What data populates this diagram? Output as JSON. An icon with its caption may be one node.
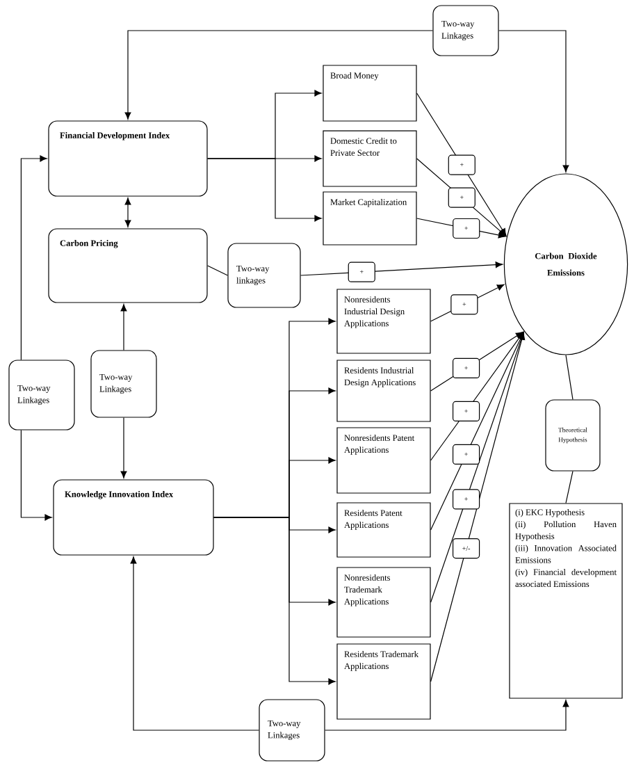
{
  "diagram": {
    "nodes": [
      {
        "text": [
          "Financial Development Index"
        ]
      },
      {
        "text": [
          "Carbon Pricing"
        ]
      },
      {
        "text": [
          "Knowledge Innovation Index"
        ]
      },
      {
        "text": [
          "Broad Money"
        ]
      },
      {
        "text": [
          "Domestic Credit to Private Sector"
        ]
      },
      {
        "text": [
          "Market Capitalization"
        ]
      },
      {
        "text": [
          "Carbon Dioxide Emissions"
        ]
      },
      {
        "text": [
          "Nonresidents Industrial Design Applications"
        ]
      },
      {
        "text": [
          "Residents Industrial Design Applications"
        ]
      },
      {
        "text": [
          "Nonresidents Patent Applications"
        ]
      },
      {
        "text": [
          "Residents Patent Applications"
        ]
      },
      {
        "text": [
          "Nonresidents Trademark Applications"
        ]
      },
      {
        "text": [
          "Residents Trademark Applications"
        ]
      },
      {
        "text": [
          "Theoretical Hypothesis"
        ]
      },
      {
        "text": [
          "(i) EKC Hypothesis",
          "(ii) Pollution Haven Hypothesis",
          "(iii) Innovation Associated Emissions",
          "(iv) Financial development associated Emissions"
        ]
      },
      {
        "text": [
          "Two-way linkages"
        ]
      },
      {
        "text": [
          "Two-way Linkages"
        ]
      },
      {
        "text": [
          "Two-way Linkages"
        ]
      },
      {
        "text": [
          "Two-way Linkages"
        ]
      },
      {
        "text": [
          "Two-way Linkages"
        ]
      }
    ],
    "edges": [
      {
        "from": 0,
        "to": 1,
        "arrow": "both"
      },
      {
        "from": 16,
        "to": 0,
        "arrow": "to"
      },
      {
        "from": 16,
        "to": 6,
        "arrow": "to"
      },
      {
        "from": 17,
        "to": 0,
        "arrow": "to"
      },
      {
        "from": 17,
        "to": 2,
        "arrow": "to"
      },
      {
        "from": 18,
        "to": 1,
        "arrow": "to"
      },
      {
        "from": 18,
        "to": 2,
        "arrow": "to"
      },
      {
        "from": 1,
        "to": 15,
        "arrow": "none"
      },
      {
        "from": 15,
        "to": 6,
        "arrow": "to",
        "label": "+"
      },
      {
        "from": 0,
        "to": 3,
        "arrow": "to"
      },
      {
        "from": 0,
        "to": 4,
        "arrow": "to"
      },
      {
        "from": 0,
        "to": 5,
        "arrow": "to"
      },
      {
        "from": 3,
        "to": 6,
        "arrow": "to",
        "label": "+"
      },
      {
        "from": 4,
        "to": 6,
        "arrow": "to",
        "label": "+"
      },
      {
        "from": 5,
        "to": 6,
        "arrow": "to",
        "label": "+"
      },
      {
        "from": 2,
        "to": 7,
        "arrow": "to"
      },
      {
        "from": 2,
        "to": 8,
        "arrow": "to"
      },
      {
        "from": 2,
        "to": 9,
        "arrow": "to"
      },
      {
        "from": 2,
        "to": 10,
        "arrow": "to"
      },
      {
        "from": 2,
        "to": 11,
        "arrow": "to"
      },
      {
        "from": 2,
        "to": 12,
        "arrow": "to"
      },
      {
        "from": 7,
        "to": 6,
        "arrow": "to",
        "label": "+"
      },
      {
        "from": 8,
        "to": 6,
        "arrow": "to",
        "label": "+"
      },
      {
        "from": 9,
        "to": 6,
        "arrow": "to",
        "label": "+"
      },
      {
        "from": 10,
        "to": 6,
        "arrow": "to",
        "label": "+"
      },
      {
        "from": 11,
        "to": 6,
        "arrow": "to",
        "label": "+"
      },
      {
        "from": 12,
        "to": 6,
        "arrow": "to",
        "label": "+/-"
      },
      {
        "from": 6,
        "to": 13,
        "arrow": "none"
      },
      {
        "from": 13,
        "to": 14,
        "arrow": "none"
      },
      {
        "from": 19,
        "to": 2,
        "arrow": "to"
      },
      {
        "from": 19,
        "to": 14,
        "arrow": "to"
      }
    ]
  }
}
